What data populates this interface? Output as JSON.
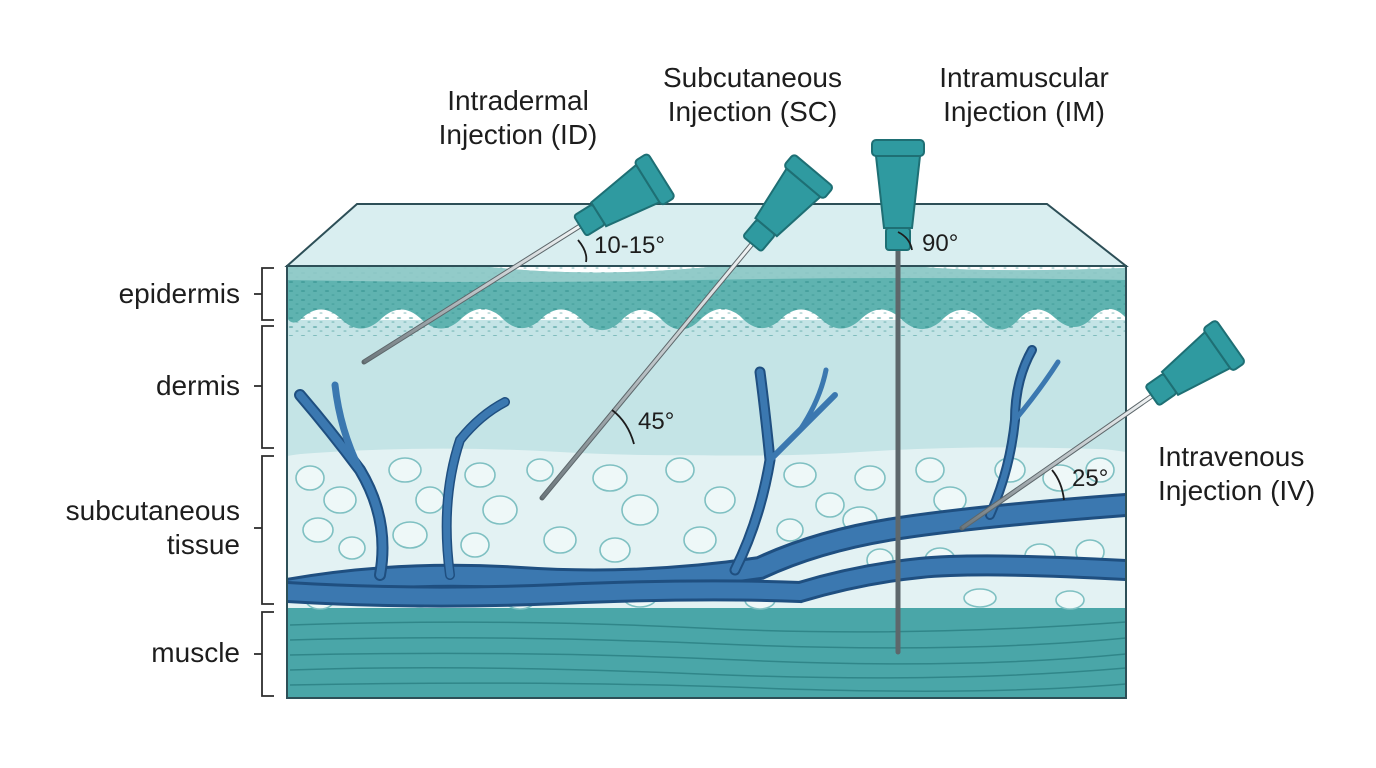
{
  "layers": {
    "epidermis": "epidermis",
    "dermis": "dermis",
    "subcutaneous_line1": "subcutaneous",
    "subcutaneous_line2": "tissue",
    "muscle": "muscle"
  },
  "injections": {
    "id": {
      "line1": "Intradermal",
      "line2": "Injection (ID)",
      "angle": "10-15°"
    },
    "sc": {
      "line1": "Subcutaneous",
      "line2": "Injection (SC)",
      "angle": "45°"
    },
    "im": {
      "line1": "Intramuscular",
      "line2": "Injection (IM)",
      "angle": "90°"
    },
    "iv": {
      "line1": "Intravenous",
      "line2": "Injection (IV)",
      "angle": "25°"
    }
  },
  "colors": {
    "syringe_hub": "#2f9aa0",
    "syringe_hub_dark": "#1e6f74",
    "vein": "#3b78b0",
    "vein_dark": "#1f4f80",
    "epidermis": "#5fb3b0",
    "dermis": "#c4e4e6",
    "fat": "#dff0f1",
    "muscle": "#4aa6a8",
    "skin_top": "#d8eef0",
    "outline": "#2d4f57"
  }
}
